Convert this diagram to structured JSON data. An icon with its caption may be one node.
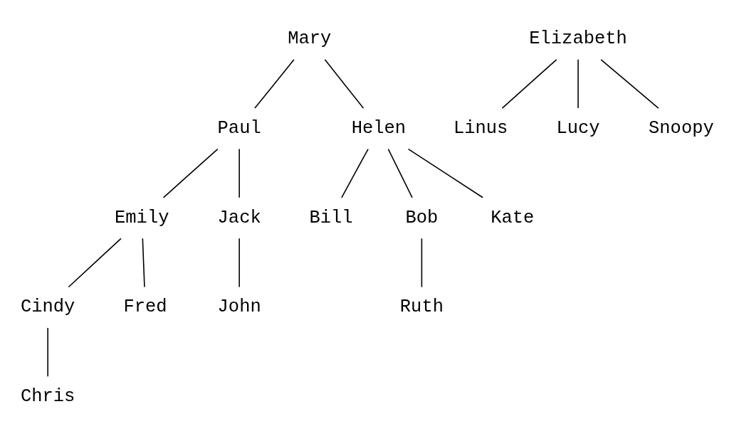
{
  "diagram": {
    "nodes": [
      {
        "text": [
          "Mary"
        ]
      },
      {
        "text": [
          "Elizabeth"
        ]
      },
      {
        "text": [
          "Paul"
        ]
      },
      {
        "text": [
          "Helen"
        ]
      },
      {
        "text": [
          "Linus"
        ]
      },
      {
        "text": [
          "Lucy"
        ]
      },
      {
        "text": [
          "Snoopy"
        ]
      },
      {
        "text": [
          "Emily"
        ]
      },
      {
        "text": [
          "Jack"
        ]
      },
      {
        "text": [
          "Bill"
        ]
      },
      {
        "text": [
          "Bob"
        ]
      },
      {
        "text": [
          "Kate"
        ]
      },
      {
        "text": [
          "Cindy"
        ]
      },
      {
        "text": [
          "Fred"
        ]
      },
      {
        "text": [
          "John"
        ]
      },
      {
        "text": [
          "Ruth"
        ]
      },
      {
        "text": [
          "Chris"
        ]
      }
    ],
    "edges": [
      {
        "from": 0,
        "to": 2,
        "arrow": "none"
      },
      {
        "from": 0,
        "to": 3,
        "arrow": "none"
      },
      {
        "from": 1,
        "to": 4,
        "arrow": "none"
      },
      {
        "from": 1,
        "to": 5,
        "arrow": "none"
      },
      {
        "from": 1,
        "to": 6,
        "arrow": "none"
      },
      {
        "from": 2,
        "to": 7,
        "arrow": "none"
      },
      {
        "from": 2,
        "to": 8,
        "arrow": "none"
      },
      {
        "from": 3,
        "to": 9,
        "arrow": "none"
      },
      {
        "from": 3,
        "to": 10,
        "arrow": "none"
      },
      {
        "from": 3,
        "to": 11,
        "arrow": "none"
      },
      {
        "from": 7,
        "to": 12,
        "arrow": "none"
      },
      {
        "from": 7,
        "to": 13,
        "arrow": "none"
      },
      {
        "from": 8,
        "to": 14,
        "arrow": "none"
      },
      {
        "from": 10,
        "to": 15,
        "arrow": "none"
      },
      {
        "from": 12,
        "to": 16,
        "arrow": "none"
      }
    ]
  }
}
